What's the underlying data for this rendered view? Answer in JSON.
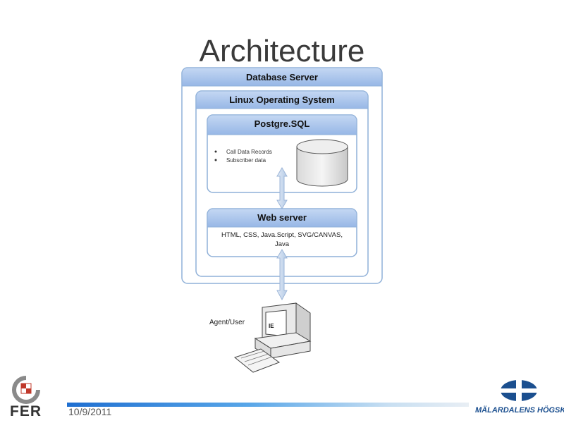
{
  "slide": {
    "title": "Architecture",
    "date": "10/9/2011"
  },
  "diagram": {
    "database_server": "Database Server",
    "linux_os": "Linux Operating System",
    "postgresql": "Postgre.SQL",
    "postgres_bullets": [
      "Call Data Records",
      "Subscriber data"
    ],
    "web_server": "Web server",
    "web_tech_line1": "HTML, CSS, Java.Script, SVG/CANVAS,",
    "web_tech_line2": "Java",
    "agent_label": "Agent/User",
    "screen_label": "IE"
  },
  "logos": {
    "left_text": "FER",
    "right_text": "MÄLARDALENS HÖGSKOLA"
  },
  "colors": {
    "header_blue": "#a9c4ec",
    "border_blue": "#8fb0d8",
    "footer_blue": "#1f6fd1",
    "mdh_blue": "#1b4f8f"
  }
}
